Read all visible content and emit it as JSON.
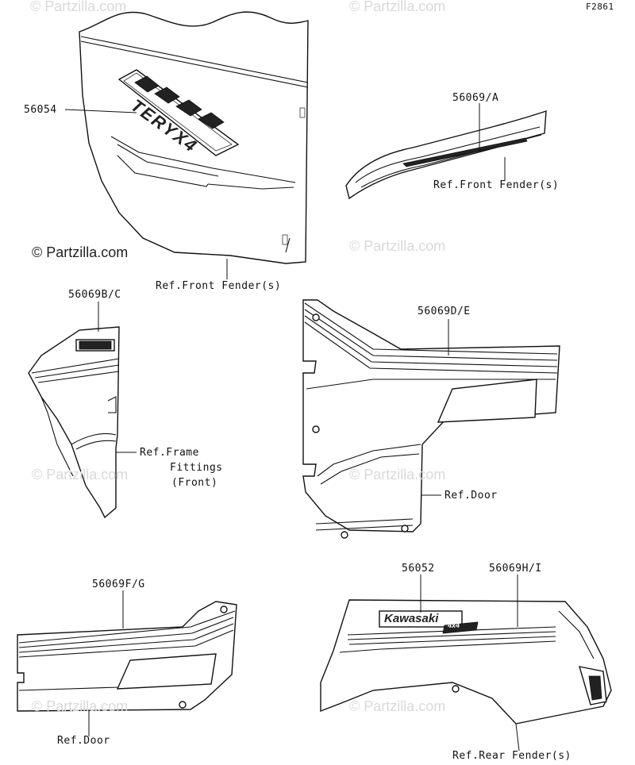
{
  "figure_id": "F2861",
  "watermarks": {
    "main": "© Partzilla.com",
    "faint": "© Partzilla.com"
  },
  "badges": {
    "teryx": "TERYX4",
    "kawasaki": "Kawasaki",
    "model": "4x4"
  },
  "callouts": {
    "p56054": "56054",
    "p56069a": "56069/A",
    "ref_front_fender_1": "Ref.Front Fender(s)",
    "ref_front_fender_2": "Ref.Front Fender(s)",
    "p56069bc": "56069B/C",
    "ref_frame_1": "Ref.Frame",
    "ref_frame_2": "Fittings",
    "ref_frame_3": "(Front)",
    "p56069de": "56069D/E",
    "ref_door_1": "Ref.Door",
    "p56069fg": "56069F/G",
    "ref_door_2": "Ref.Door",
    "p56052": "56052",
    "p56069hi": "56069H/I",
    "ref_rear_fender": "Ref.Rear Fender(s)"
  }
}
